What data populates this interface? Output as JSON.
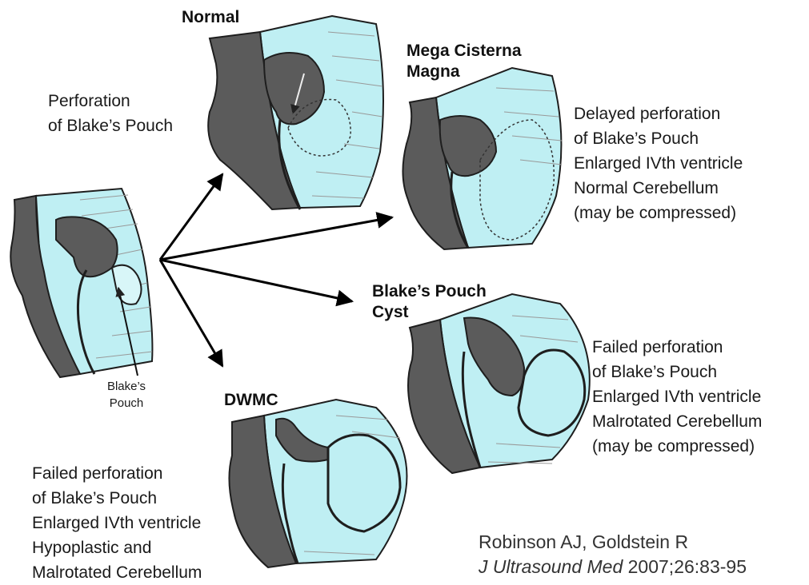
{
  "diagrams": {
    "normal": {
      "title": "Normal"
    },
    "mega": {
      "title_lines": [
        "Mega Cisterna",
        "Magna"
      ]
    },
    "bpc": {
      "title_lines": [
        "Blake’s Pouch",
        "Cyst"
      ]
    },
    "dwmc": {
      "title": "DWMC"
    },
    "source_label_lines": [
      "Blake’s",
      "Pouch"
    ]
  },
  "notes": {
    "perforation": [
      "Perforation",
      "of Blake’s Pouch"
    ],
    "mega": [
      "Delayed perforation",
      "of Blake’s Pouch",
      "Enlarged IVth ventricle",
      "Normal Cerebellum",
      "(may be compressed)"
    ],
    "bpc": [
      "Failed perforation",
      "of Blake’s Pouch",
      "Enlarged IVth ventricle",
      "Malrotated Cerebellum",
      "(may be compressed)"
    ],
    "dwmc": [
      "Failed perforation",
      "of Blake’s Pouch",
      "Enlarged IVth ventricle",
      "Hypoplastic and",
      "Malrotated Cerebellum"
    ]
  },
  "citation": {
    "authors": "Robinson AJ, Goldstein R",
    "journal": "J Ultrasound Med",
    "ref": " 2007;26:83-95"
  },
  "colors": {
    "csf": "#bfeff3",
    "dark_tissue": "#5b5b5b",
    "outline": "#1e1e1e",
    "line": "#888888"
  }
}
